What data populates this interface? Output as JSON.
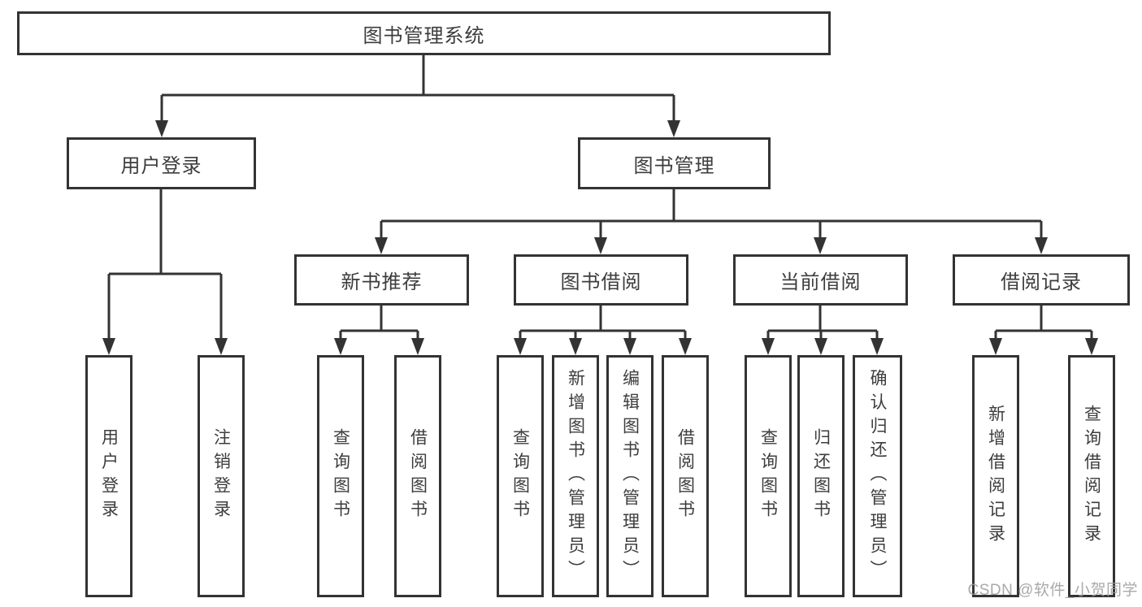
{
  "colors": {
    "line": "#333333",
    "text": "#3d3d3d",
    "box_bg": "#ffffff",
    "watermark": "#9b9b9b"
  },
  "tree": {
    "root": {
      "label": "图书管理系统"
    },
    "level1": [
      {
        "label": "用户登录",
        "children": [
          {
            "label": "用户登录"
          },
          {
            "label": "注销登录"
          }
        ]
      },
      {
        "label": "图书管理",
        "children": [
          {
            "label": "新书推荐",
            "children": [
              {
                "label": "查询图书"
              },
              {
                "label": "借阅图书"
              }
            ]
          },
          {
            "label": "图书借阅",
            "children": [
              {
                "label": "查询图书"
              },
              {
                "label": "新增图书（管理员）"
              },
              {
                "label": "编辑图书（管理员）"
              },
              {
                "label": "借阅图书"
              }
            ]
          },
          {
            "label": "当前借阅",
            "children": [
              {
                "label": "查询图书"
              },
              {
                "label": "归还图书"
              },
              {
                "label": "确认归还（管理员）"
              }
            ]
          },
          {
            "label": "借阅记录",
            "children": [
              {
                "label": "新增借阅记录"
              },
              {
                "label": "查询借阅记录"
              }
            ]
          }
        ]
      }
    ]
  },
  "watermark": {
    "text": "CSDN @软件_小贺同学"
  }
}
